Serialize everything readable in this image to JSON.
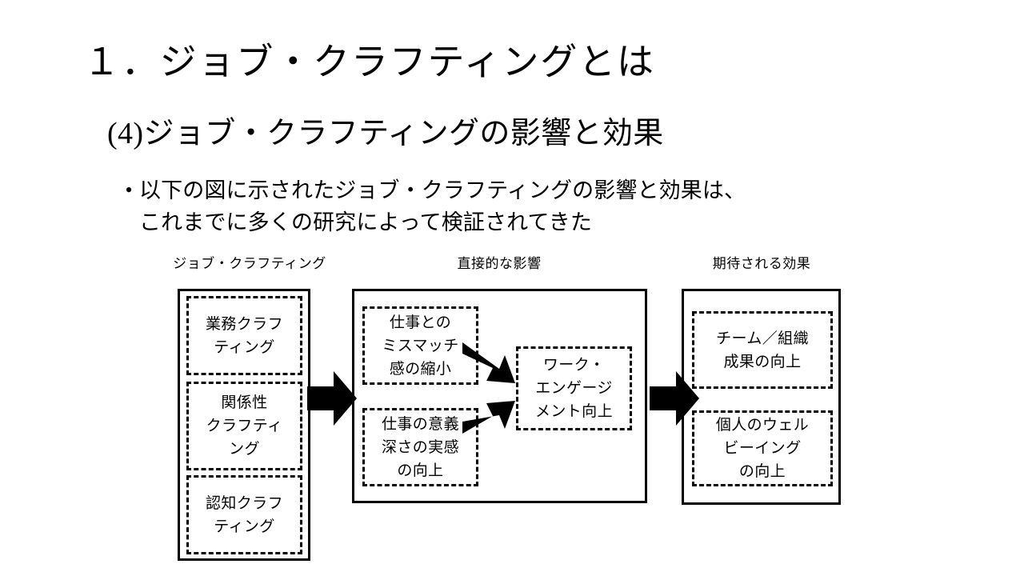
{
  "slide": {
    "title": "１．ジョブ・クラフティングとは",
    "subtitle": "(4)ジョブ・クラフティングの影響と効果",
    "bullet_mark": "•",
    "bullet_line1": "以下の図に示されたジョブ・クラフティングの影響と効果は、",
    "bullet_line2": "これまでに多くの研究によって検証されてきた"
  },
  "diagram": {
    "headers": {
      "left": "ジョブ・クラフティング",
      "middle": "直接的な影響",
      "right": "期待される効果"
    },
    "left_column": [
      {
        "line1": "業務クラフ",
        "line2": "ティング",
        "line3": ""
      },
      {
        "line1": "関係性",
        "line2": "クラフティ",
        "line3": "ング"
      },
      {
        "line1": "認知クラフ",
        "line2": "ティング",
        "line3": ""
      }
    ],
    "middle_column": {
      "antecedents": [
        {
          "line1": "仕事との",
          "line2": "ミスマッチ",
          "line3": "感の縮小"
        },
        {
          "line1": "仕事の意義",
          "line2": "深さの実感",
          "line3": "の向上"
        }
      ],
      "outcome": {
        "line1": "ワーク・",
        "line2": "エンゲージ",
        "line3": "メント向上"
      }
    },
    "right_column": [
      {
        "line1": "チーム／組織",
        "line2": "成果の向上",
        "line3": ""
      },
      {
        "line1": "個人のウェル",
        "line2": "ビーイング",
        "line3": "の向上"
      }
    ],
    "arrows": {
      "left_to_middle": "block-arrow-right-icon",
      "middle_to_right": "block-arrow-right-icon",
      "mismatch_to_engagement": "arrow-down-right-icon",
      "meaning_to_engagement": "arrow-up-right-icon"
    },
    "colors": {
      "stroke": "#000000",
      "background": "#ffffff"
    }
  }
}
